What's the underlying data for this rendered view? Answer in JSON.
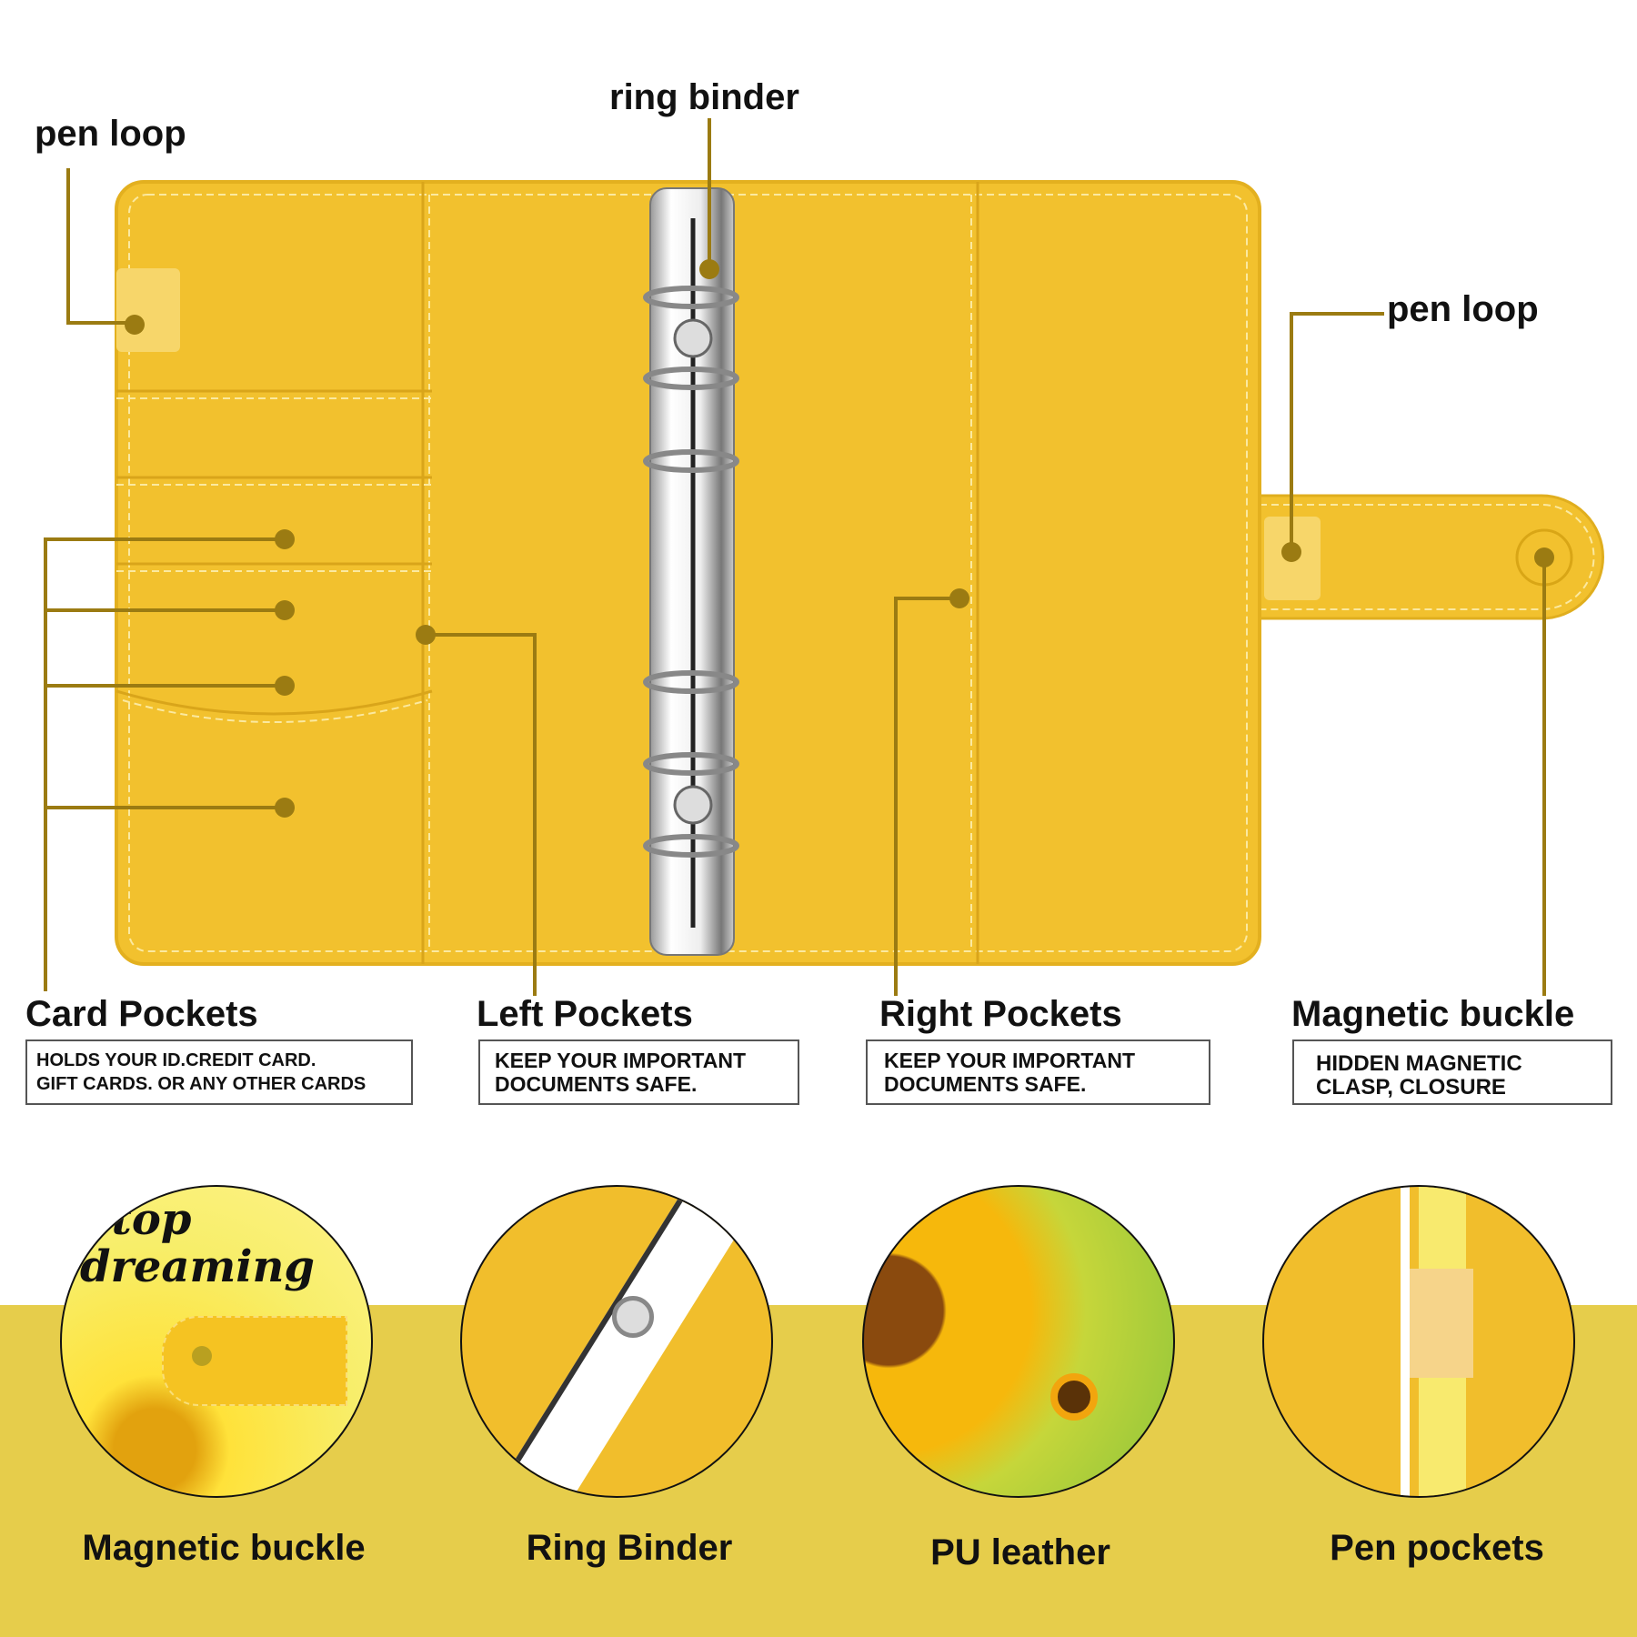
{
  "callouts": {
    "pen_loop_left": "pen loop",
    "ring_binder": "ring binder",
    "pen_loop_right": "pen loop"
  },
  "features": [
    {
      "title": "Card Pockets",
      "lines": [
        "HOLDS YOUR ID.CREDIT CARD.",
        "GIFT CARDS. OR ANY OTHER CARDS"
      ]
    },
    {
      "title": "Left Pockets",
      "lines": [
        "KEEP YOUR IMPORTANT",
        "DOCUMENTS SAFE."
      ]
    },
    {
      "title": "Right Pockets",
      "lines": [
        "KEEP YOUR IMPORTANT",
        "DOCUMENTS SAFE."
      ]
    },
    {
      "title": "Magnetic buckle",
      "lines": [
        "HIDDEN MAGNETIC",
        "CLASP, CLOSURE"
      ]
    }
  ],
  "details": [
    {
      "caption": "Magnetic buckle",
      "artwork_text": "Stop dreaming"
    },
    {
      "caption": "Ring Binder"
    },
    {
      "caption": "PU leather"
    },
    {
      "caption": "Pen pockets"
    }
  ],
  "colors": {
    "leather": "#F2C12E",
    "stitch": "#FBE9A0",
    "leader": "#9B7B12",
    "band": "#E6CD4B"
  }
}
